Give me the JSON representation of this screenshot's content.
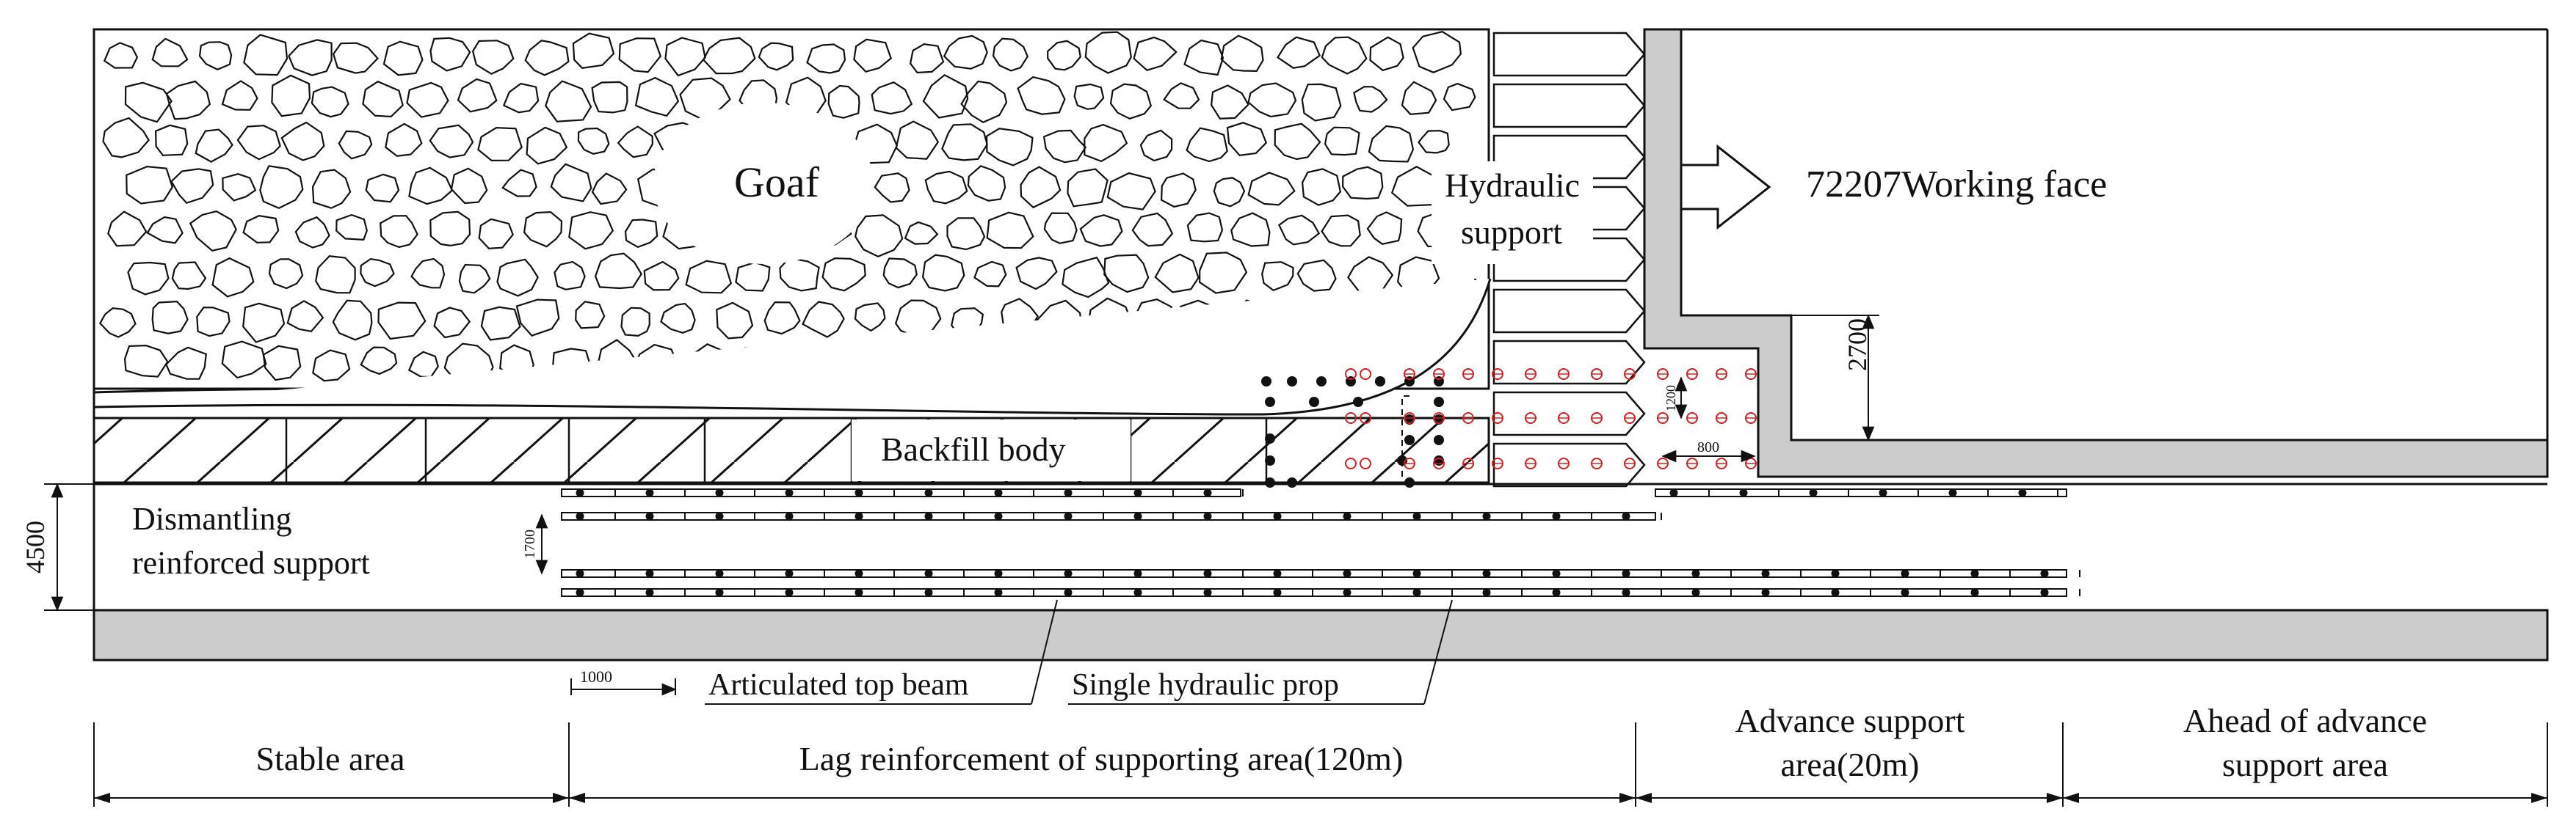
{
  "labels": {
    "goaf": "Goaf",
    "hydraulic_support": [
      "Hydraulic",
      "support"
    ],
    "working_face": "72207Working face",
    "backfill_body": "Backfill body",
    "dismantling": [
      "Dismantling",
      "reinforced support"
    ],
    "articulated_top_beam": "Articulated top beam",
    "single_hydraulic_prop": "Single hydraulic prop"
  },
  "dimensions": {
    "height_4500": "4500",
    "height_2700": "2700",
    "spacing_1700": "1700",
    "spacing_1000": "1000",
    "spacing_1200": "1200",
    "spacing_800": "800"
  },
  "areas": {
    "stable": "Stable area",
    "lag": "Lag reinforcement of supporting area(120m)",
    "advance": [
      "Advance support",
      "area(20m)"
    ],
    "ahead": [
      "Ahead of  advance",
      "support area"
    ]
  },
  "colors": {
    "line": "#111111",
    "roadway_wall": "#cccccc",
    "red_prop": "#d42020"
  }
}
